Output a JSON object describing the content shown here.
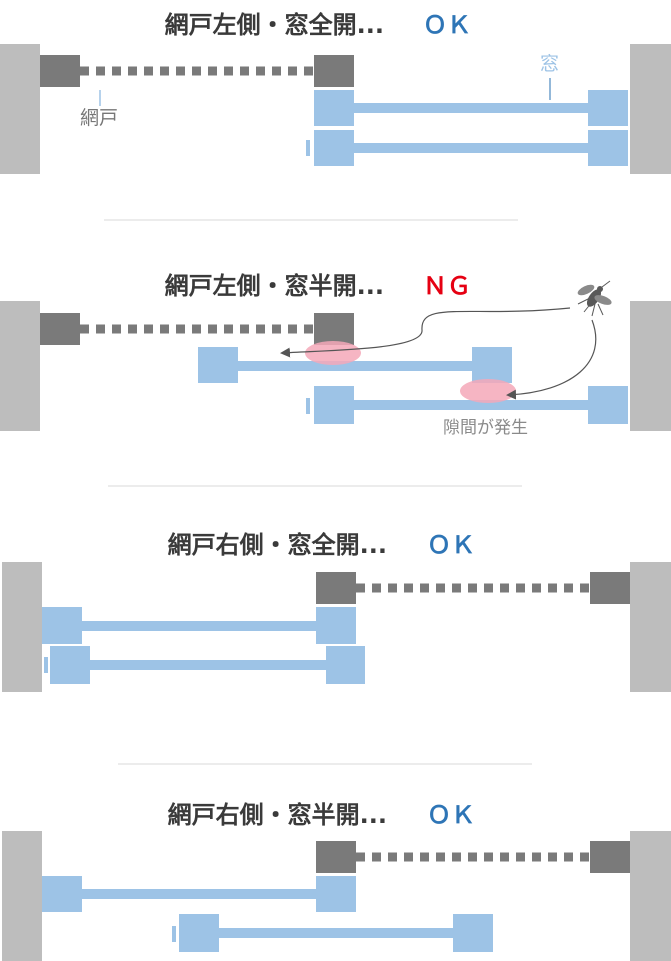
{
  "colors": {
    "frame": "#bdbdbd",
    "screen": "#7a7a7a",
    "window": "#9dc3e6",
    "ok": "#2e75b6",
    "ng": "#e60012",
    "gap": "#f4a8b8",
    "divider": "#d9d9d9",
    "mosquito": "#595959"
  },
  "labels": {
    "screen": "網戸",
    "window": "窓",
    "gap": "隙間が発生"
  },
  "icons": {
    "mosquito": "mosquito-icon",
    "arrow": "curved-arrow-icon"
  },
  "sections": [
    {
      "title": "網戸左側・窓全開...",
      "result": "ＯＫ",
      "status": "ok"
    },
    {
      "title": "網戸左側・窓半開...",
      "result": "ＮＧ",
      "status": "ng"
    },
    {
      "title": "網戸右側・窓全開...",
      "result": "ＯＫ",
      "status": "ok"
    },
    {
      "title": "網戸右側・窓半開...",
      "result": "ＯＫ",
      "status": "ok"
    }
  ]
}
